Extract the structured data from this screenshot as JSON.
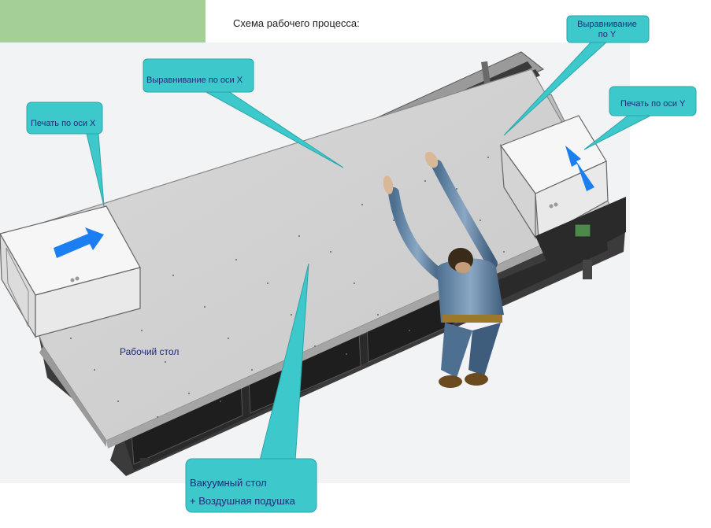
{
  "header": {
    "title": "Схема рабочего процесса:"
  },
  "callouts": {
    "x_print": "Печать по оси X",
    "x_align": "Выравнивание по оси X",
    "y_align_line1": "Выравнивание",
    "y_align_line2": "по Y",
    "y_print": "Печать по оси Y",
    "vacuum_line1": "Вакуумный стол",
    "vacuum_line2": "+ Воздушная подушка"
  },
  "labels": {
    "worktable": "Рабочий стол"
  },
  "colors": {
    "callout_fill": "#3dc9cc",
    "callout_border": "#2aa5a8",
    "arrow": "#1b7ff2",
    "green_block": "#a4cf96"
  }
}
